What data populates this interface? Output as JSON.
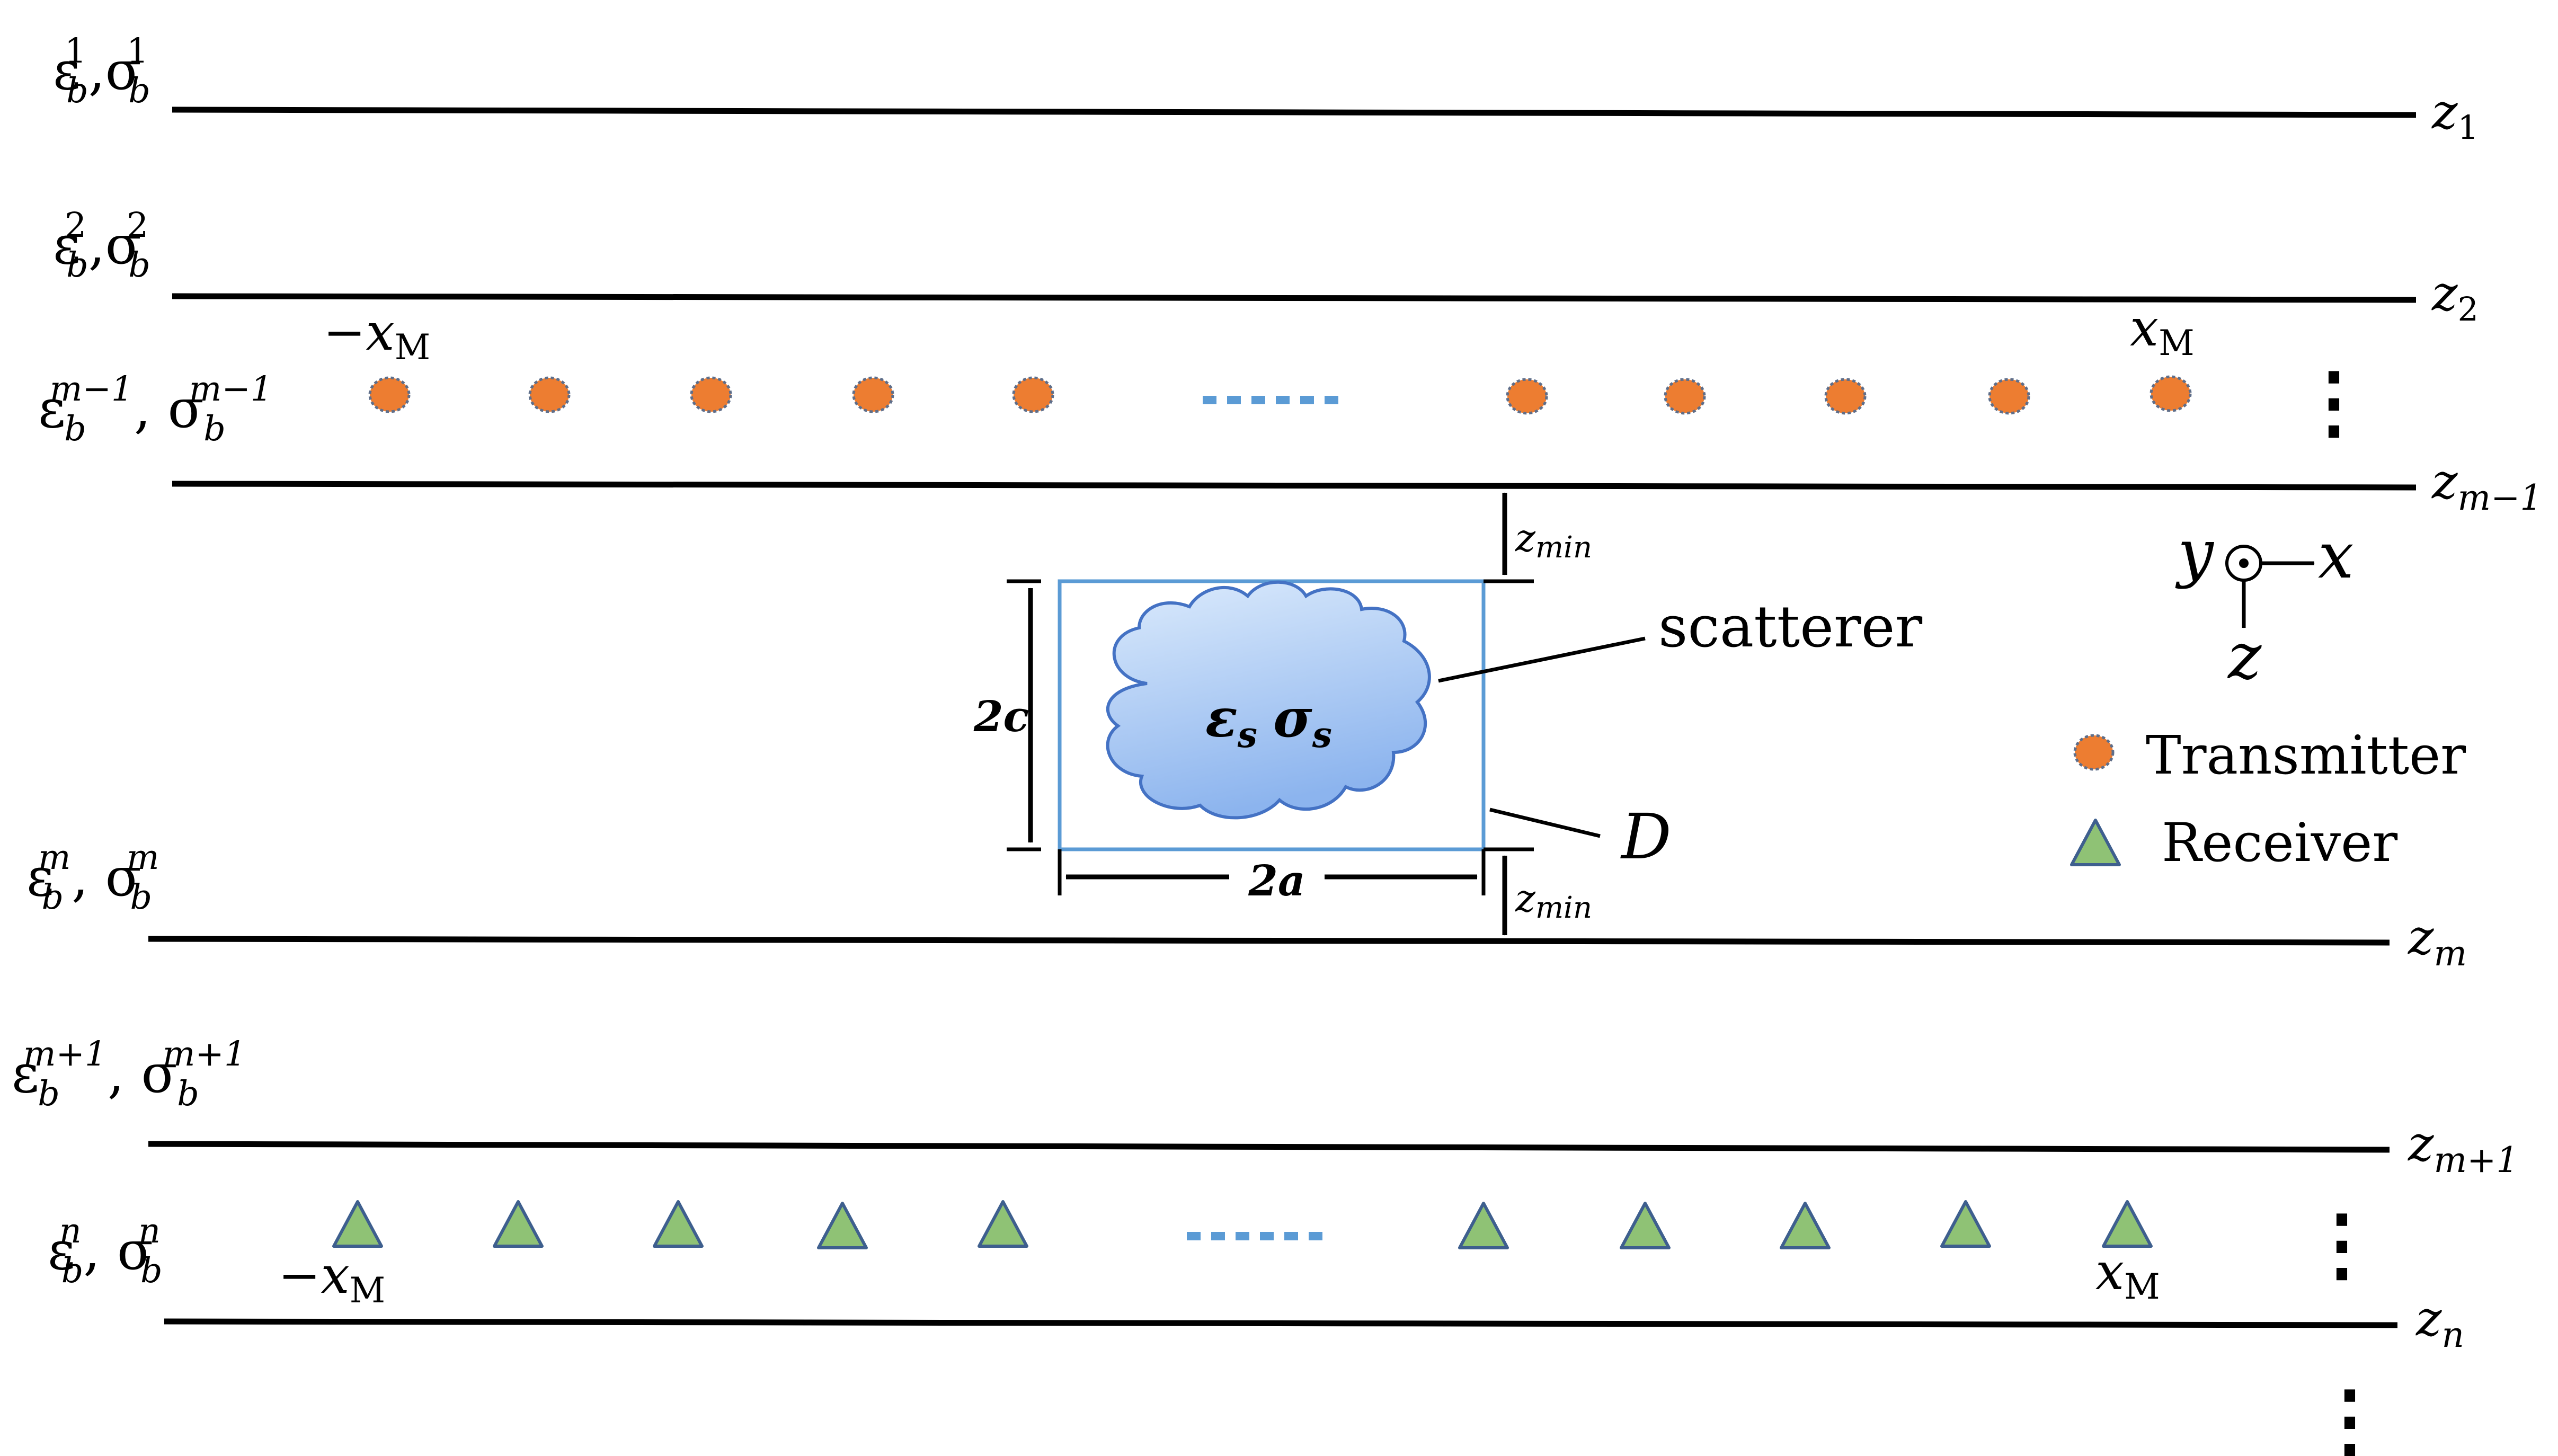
{
  "colors": {
    "line": "#000000",
    "transmitter_fill": "#ED7D31",
    "transmitter_stroke": "#5E6E8A",
    "receiver_fill": "#8FC275",
    "receiver_stroke": "#3E5F8E",
    "box_stroke": "#5B9BD5",
    "cloud_top": "#DCEBFC",
    "cloud_bottom": "#8CB4EE",
    "cloud_stroke": "#4472C4",
    "ellipsis_dash": "#5B9BD5"
  },
  "layers": [
    {
      "eps": "ε",
      "eps_sub": "b",
      "eps_sup": "1",
      "sep": ",",
      "sig": "σ",
      "sig_sub": "b",
      "sig_sup": "1",
      "boundary": "z",
      "boundary_sub": "1"
    },
    {
      "eps": "ε",
      "eps_sub": "b",
      "eps_sup": "2",
      "sep": ",",
      "sig": "σ",
      "sig_sub": "b",
      "sig_sup": "2",
      "boundary": "z",
      "boundary_sub": "2"
    },
    {
      "eps": "ε",
      "eps_sub": "b",
      "eps_sup": "m−1",
      "sep": ", ",
      "sig": "σ",
      "sig_sub": "b",
      "sig_sup": "m−1",
      "boundary": "z",
      "boundary_sub": "m−1"
    },
    {
      "eps": "ε",
      "eps_sub": "b",
      "eps_sup": "m",
      "sep": ", ",
      "sig": "σ",
      "sig_sub": "b",
      "sig_sup": "m",
      "boundary": "z",
      "boundary_sub": "m"
    },
    {
      "eps": "ε",
      "eps_sub": "b",
      "eps_sup": "m+1",
      "sep": ", ",
      "sig": "σ",
      "sig_sub": "b",
      "sig_sup": "m+1",
      "boundary": "z",
      "boundary_sub": "m+1"
    },
    {
      "eps": "ε",
      "eps_sub": "b",
      "eps_sup": "n",
      "sep": ", ",
      "sig": "σ",
      "sig_sub": "b",
      "sig_sup": "n",
      "boundary": "z",
      "boundary_sub": "n"
    }
  ],
  "array_labels": {
    "tx_left": {
      "sign": "−",
      "var": "x",
      "sub": "M"
    },
    "tx_right": {
      "var": "x",
      "sub": "M"
    },
    "rx_left": {
      "sign": "−",
      "var": "x",
      "sub": "M"
    },
    "rx_right": {
      "var": "x",
      "sub": "M"
    }
  },
  "vertical_dots": [
    "⋮",
    "⋮",
    "⋮"
  ],
  "scatterer": {
    "label": "scatterer",
    "eps": "ε",
    "eps_sub": "s",
    "sig": "σ",
    "sig_sub": "s",
    "domain_label": "D",
    "width_label": "2a",
    "height_label": "2c",
    "zmin_top": {
      "var": "z",
      "sub": "min"
    },
    "zmin_bottom": {
      "var": "z",
      "sub": "min"
    }
  },
  "axes": {
    "y": "y",
    "x": "x",
    "z": "z"
  },
  "legend": {
    "transmitter": "Transmitter",
    "receiver": "Receiver"
  }
}
